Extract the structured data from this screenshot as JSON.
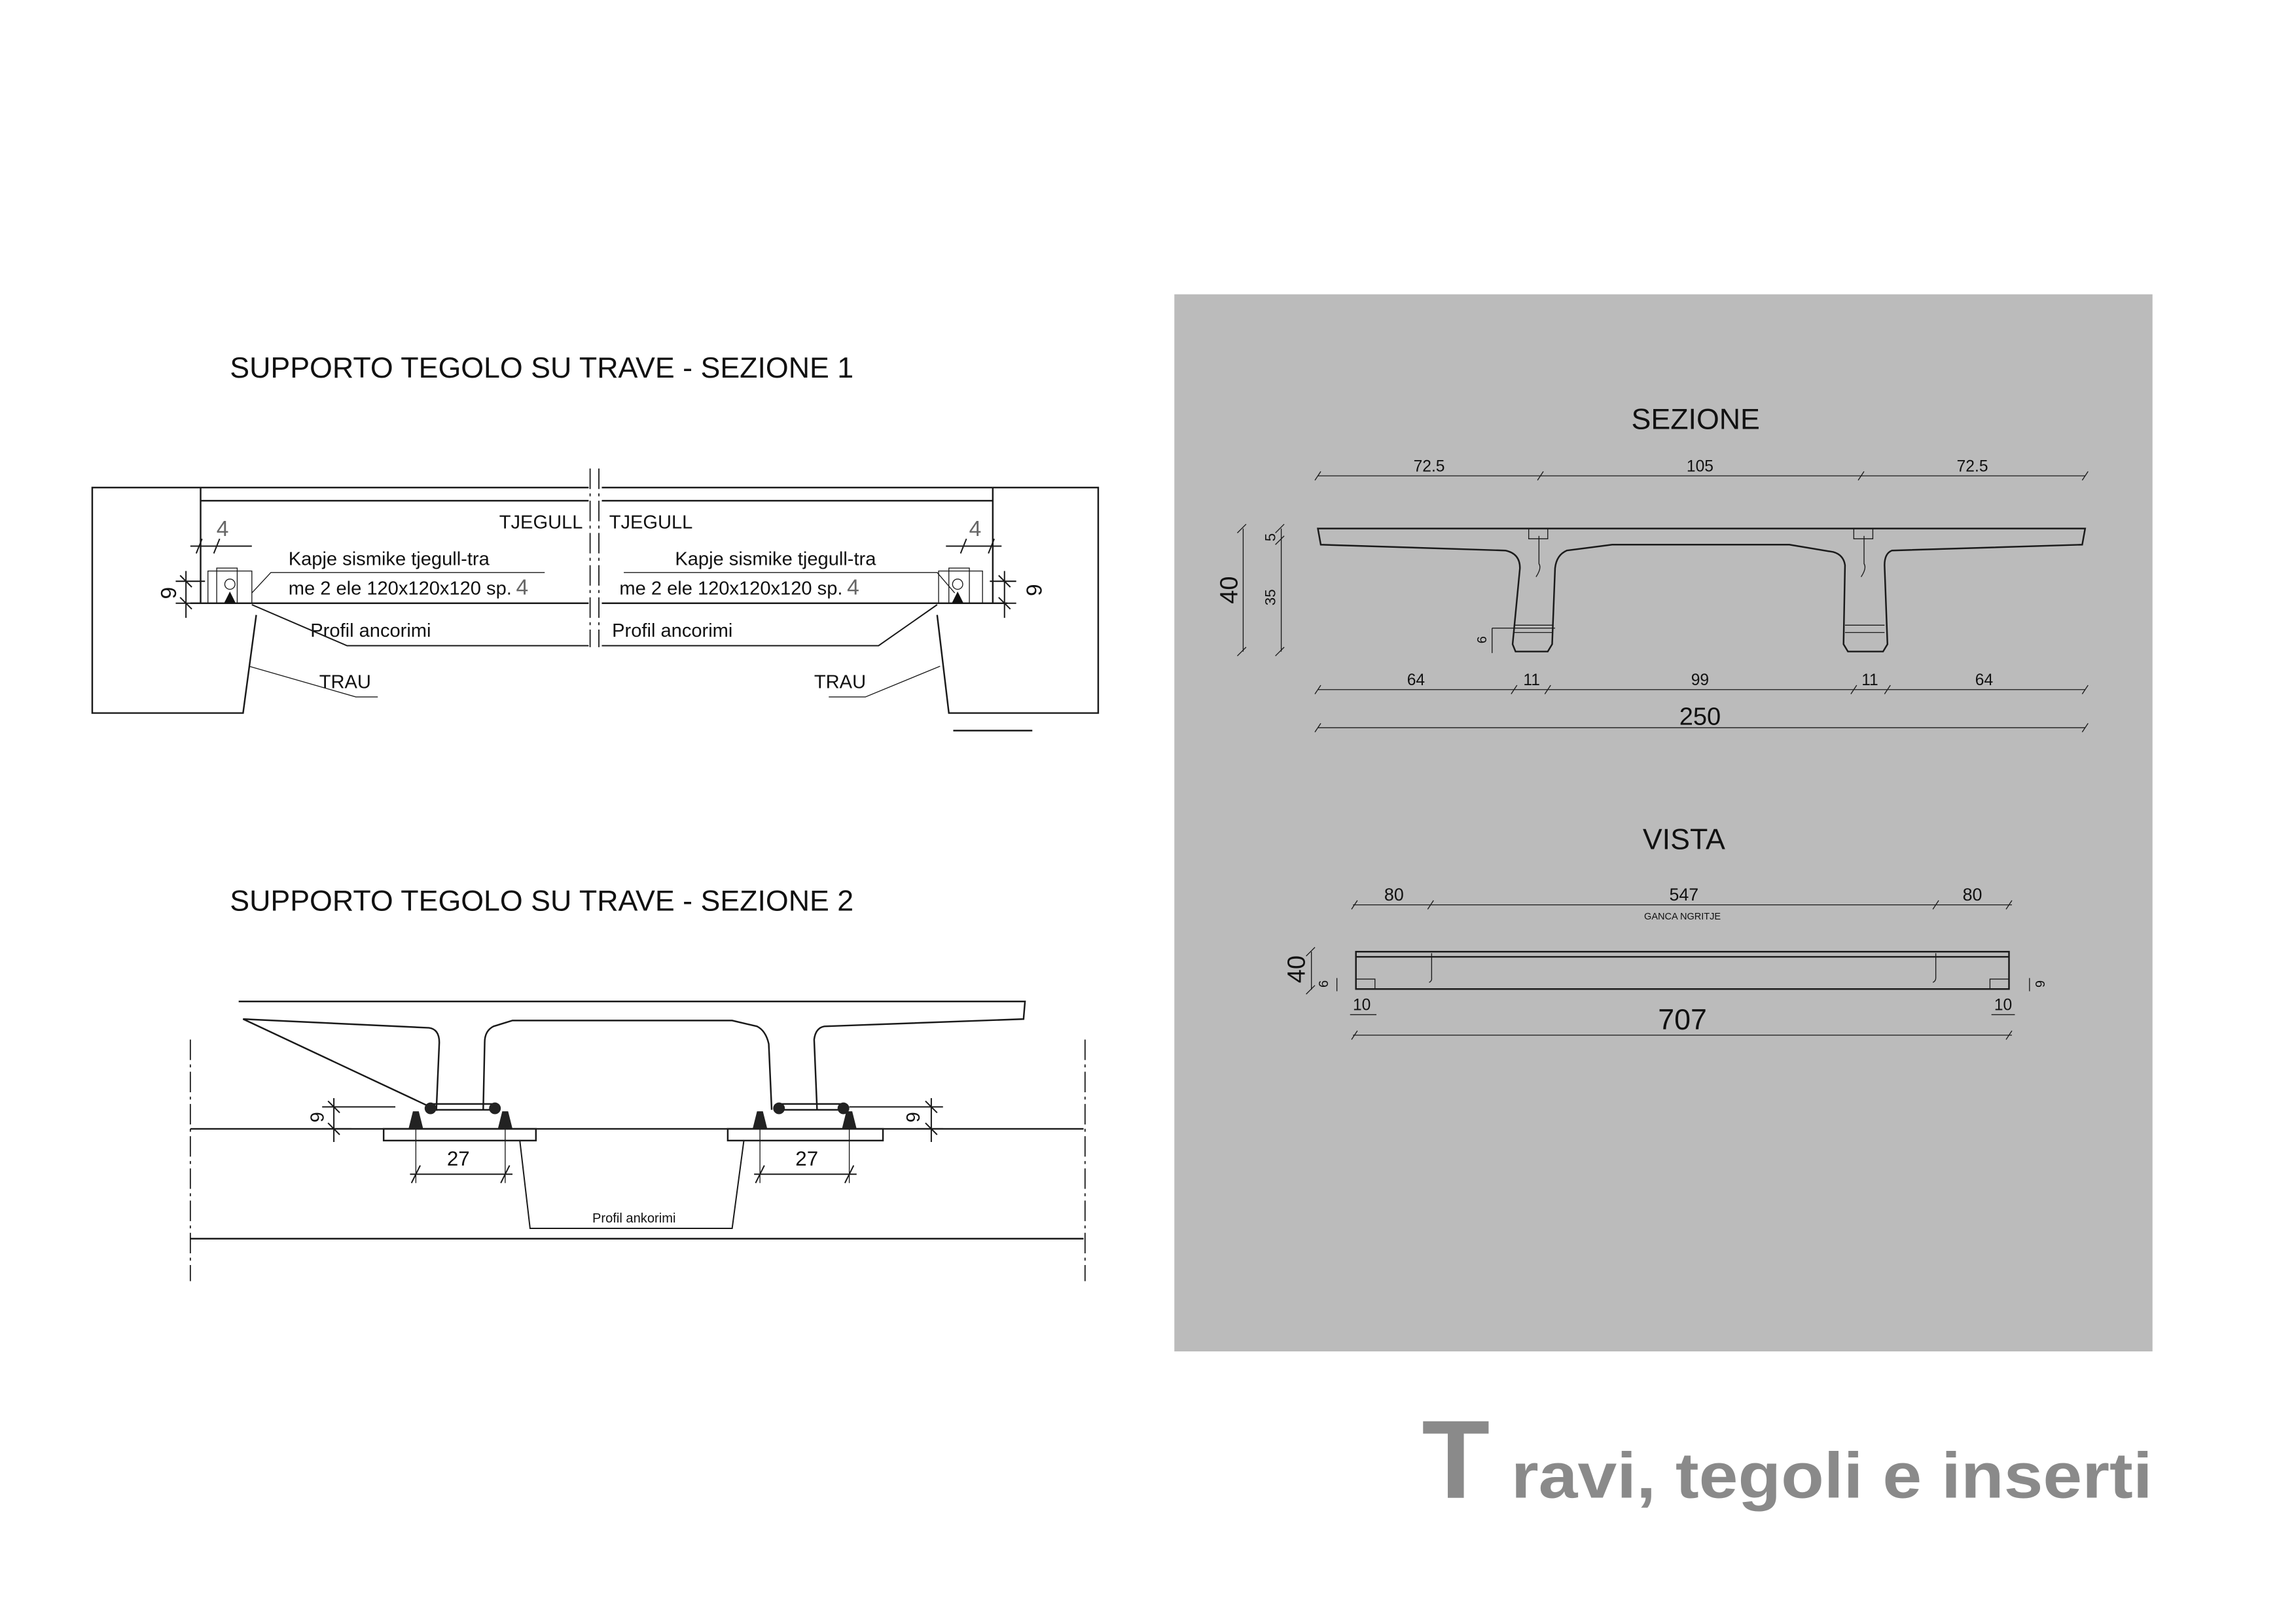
{
  "section1": {
    "title": "SUPPORTO TEGOLO SU TRAVE - SEZIONE 1",
    "label_tile_left": "TJEGULL",
    "label_tile_right": "TJEGULL",
    "seismic_line1": "Kapje sismike tjegull-tra",
    "seismic_line2": "me 2 ele 120x120x120 sp.",
    "seismic_thickness": "4",
    "anchor_profile": "Profil ancorimi",
    "beam_label": "TRAU",
    "dim_gap": "4",
    "dim_height": "6"
  },
  "section2": {
    "title": "SUPPORTO TEGOLO SU TRAVE - SEZIONE 2",
    "dim_bolts": "27",
    "dim_height": "6",
    "anchor_profile": "Profil ankorimi"
  },
  "panel": {
    "background": "#bbbbbb",
    "sezione": {
      "title": "SEZIONE",
      "top_dims": [
        "72.5",
        "105",
        "72.5"
      ],
      "bottom_dims": [
        "64",
        "11",
        "99",
        "11",
        "64"
      ],
      "total_width": "250",
      "height_total": "40",
      "height_flange": "5",
      "height_stem": "35",
      "dim_foot": "6"
    },
    "vista": {
      "title": "VISTA",
      "top_dims": [
        "80",
        "547",
        "80"
      ],
      "hook_label": "GANCA NGRITJE",
      "height": "40",
      "end_height": "6",
      "end_length": "10",
      "total_length": "707"
    }
  },
  "footer": {
    "initial": "T",
    "title_rest": "ravi, tegoli e inserti",
    "color": "#8a8a8a"
  }
}
